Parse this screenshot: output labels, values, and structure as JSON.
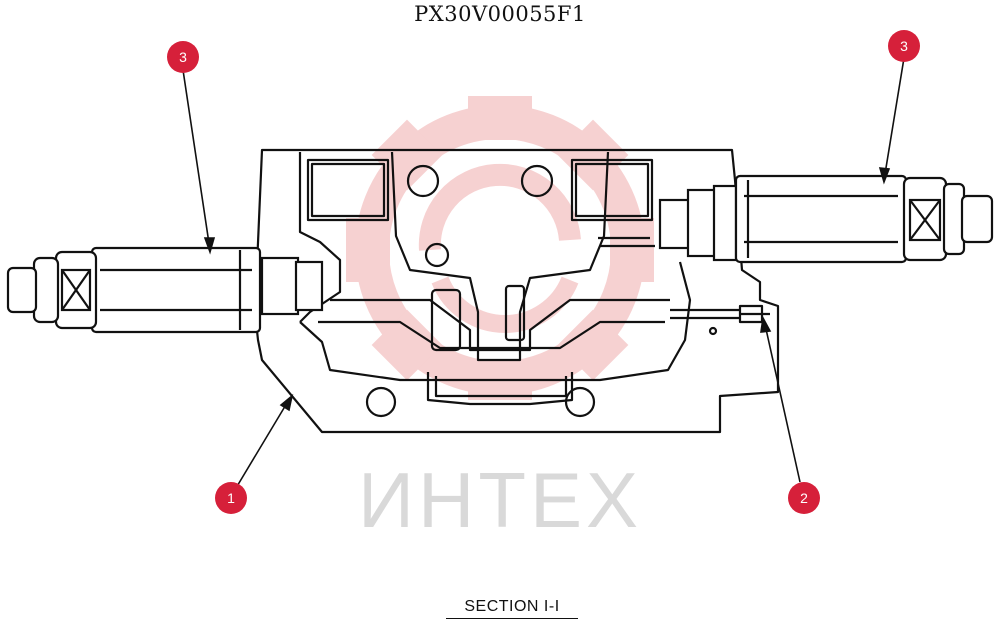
{
  "title": "PX30V00055F1",
  "section_label": "SECTION   I-I",
  "watermark": {
    "text": "ИНТЕХ"
  },
  "callouts": [
    {
      "label": "3"
    },
    {
      "label": "3"
    },
    {
      "label": "1"
    },
    {
      "label": "2"
    }
  ],
  "colors": {
    "callout_fill": "#d6203a",
    "line": "#111111",
    "watermark_gear": "#f4c2c2",
    "watermark_text": "#d9d9d9"
  }
}
